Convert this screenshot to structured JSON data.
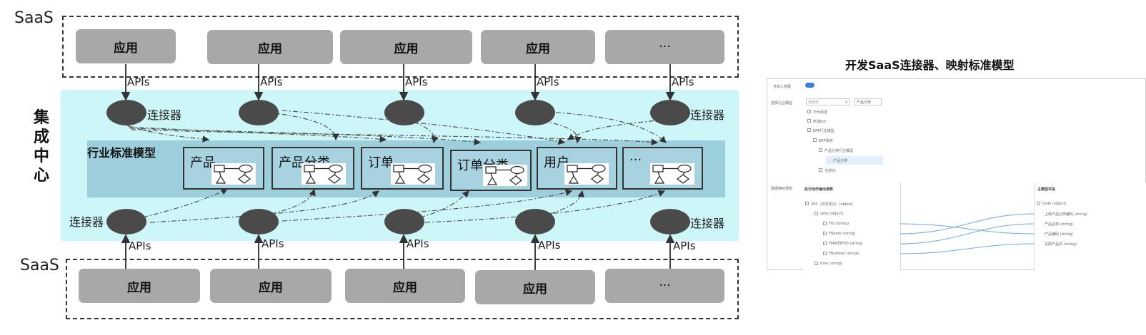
{
  "saas_label": "SaaS",
  "hub_title": "集成中心",
  "std_model_title": "行业标准模型",
  "app_label": "应用",
  "more_label": "···",
  "api_label": "APIs",
  "connector_label": "连接器",
  "entities": [
    "产品",
    "产品分类",
    "订单",
    "订单分类",
    "用户",
    "···"
  ],
  "right_title": "开发SaaS连接器、映射标准模型",
  "screenshot": {
    "enable_label": "开启人参展",
    "choose_model_label": "选择行业模型",
    "select_placeholder": "搜索表",
    "search_value": "产品分类",
    "tree": [
      "华为商道",
      "新道bot",
      "ERP行业模型",
      "ERP系统",
      "产品分类行业模型",
      "产品分类",
      "全部3C"
    ],
    "mapping_label": "数据映射规则",
    "left_panel_title": "执行动作输出参数",
    "right_panel_title": "主模型字段",
    "left_fields": [
      "200（请求成功）(object)",
      "data (object)",
      "FID (string)",
      "FName (string)",
      "FPARENTID (string)",
      "FNumber (string)",
      "time (string)"
    ],
    "right_fields": [
      "body (object)",
      "上级产品分类编码 (string)",
      "产品名称 (string)",
      "产品编码 (string)",
      "关联产品ID (string)"
    ]
  }
}
